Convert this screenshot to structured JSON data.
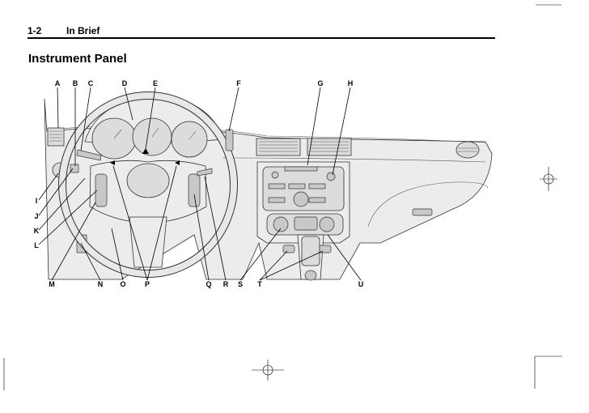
{
  "header": {
    "page_number": "1-2",
    "section": "In Brief"
  },
  "title": "Instrument Panel",
  "figure": {
    "callouts": [
      "A",
      "B",
      "C",
      "D",
      "E",
      "F",
      "G",
      "H",
      "I",
      "J",
      "K",
      "L",
      "M",
      "N",
      "O",
      "P",
      "Q",
      "R",
      "S",
      "T",
      "U"
    ]
  }
}
